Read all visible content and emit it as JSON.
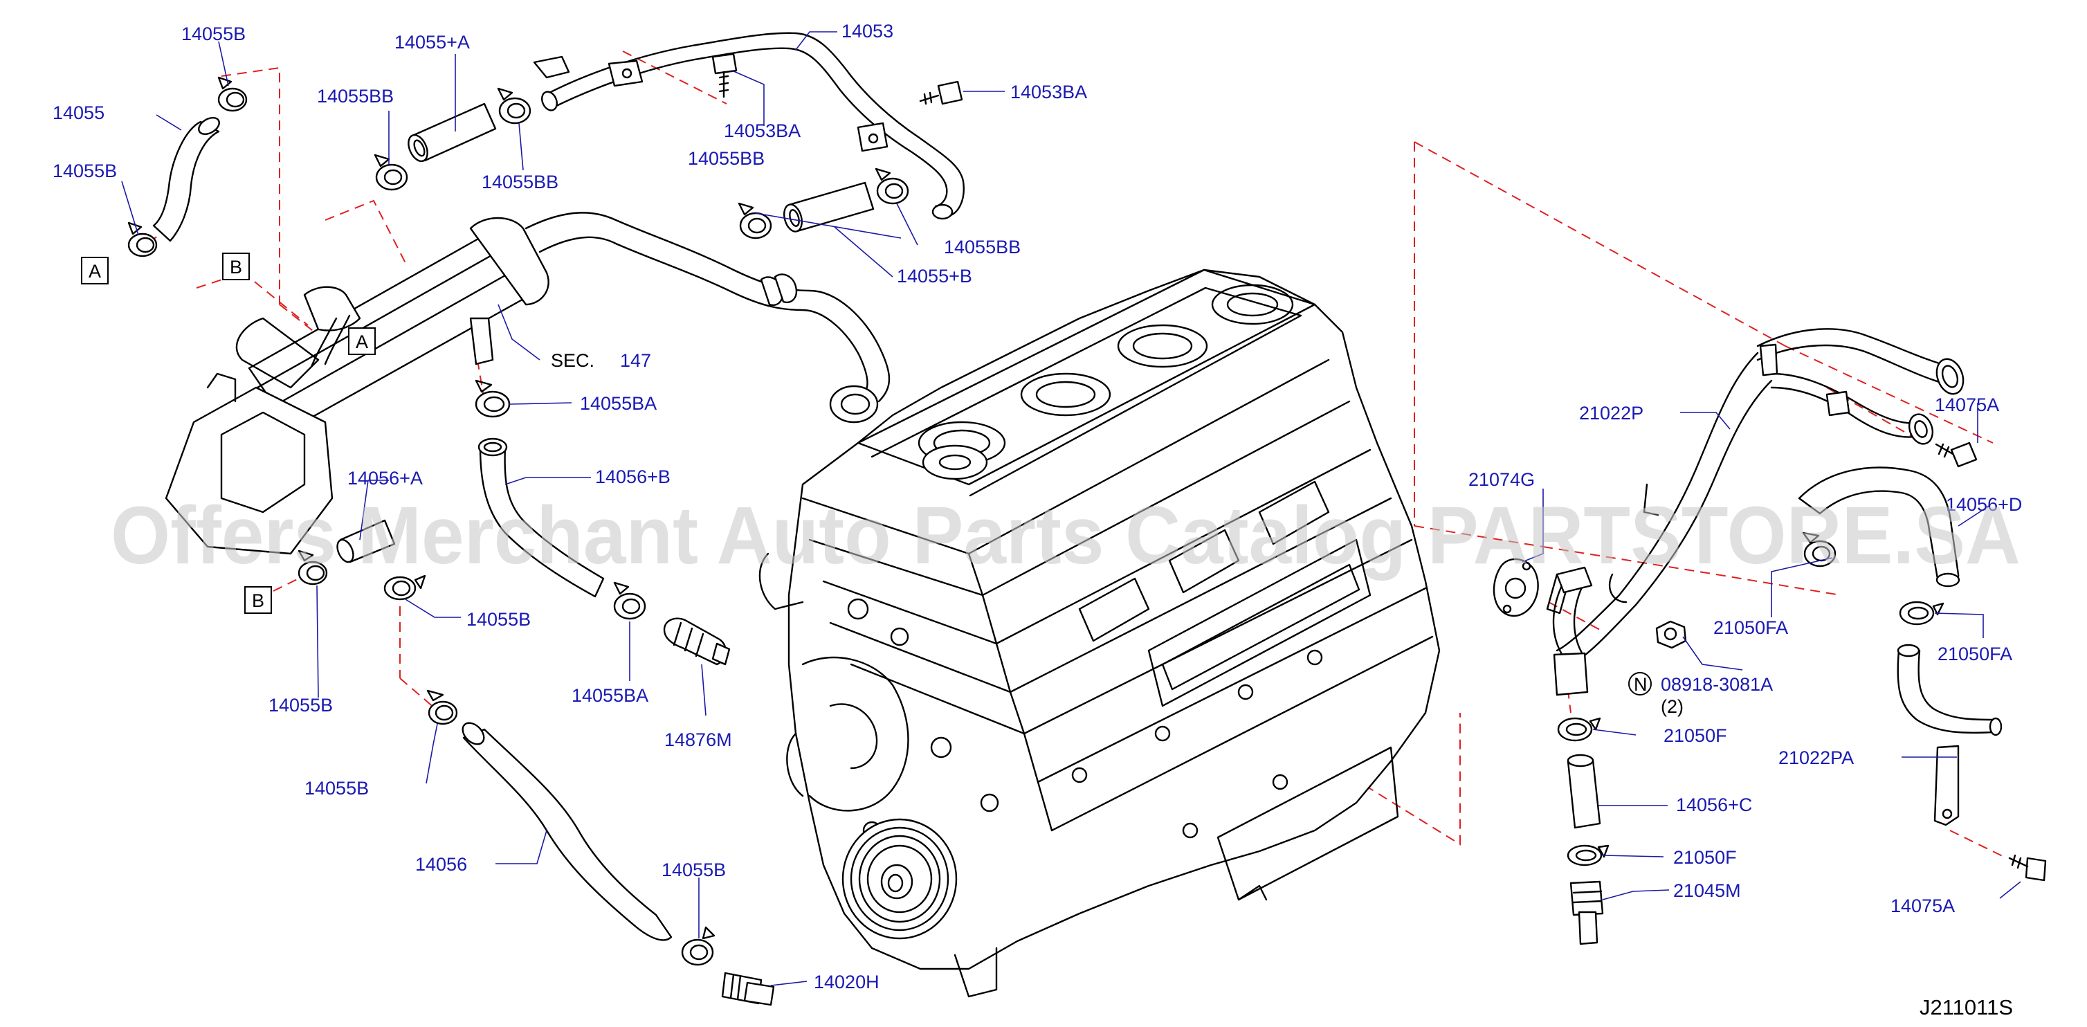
{
  "diagram": {
    "watermark": "Offers Merchant Auto Parts Catalog PARTSTORE.SA",
    "drawing_code": "J211011S",
    "reference": {
      "prefix": "SEC.",
      "section": "147"
    },
    "note_symbol": "N",
    "note_qty": "(2)",
    "callouts": {
      "A": "A",
      "B": "B"
    },
    "parts": {
      "p14055B_top": "14055B",
      "p14055": "14055",
      "p14055B_left": "14055B",
      "p14055A": "14055+A",
      "p14055BB_1": "14055BB",
      "p14055BB_2": "14055BB",
      "p14053": "14053",
      "p14053BA_1": "14053BA",
      "p14053BA_2": "14053BA",
      "p14055BB_3": "14055BB",
      "p14055BB_4": "14055BB",
      "p14055Bplus": "14055+B",
      "p14055BA_1": "14055BA",
      "p14056B": "14056+B",
      "p14056A": "14056+A",
      "p14055B_mid": "14055B",
      "p14055B_lower": "14055B",
      "p14055BA_2": "14055BA",
      "p14876M": "14876M",
      "p14055B_bot": "14055B",
      "p14056": "14056",
      "p14055B_last": "14055B",
      "p14020H": "14020H",
      "p21022P": "21022P",
      "p21074G": "21074G",
      "p14075A_1": "14075A",
      "p14056D": "14056+D",
      "p21050FA_1": "21050FA",
      "p21050FA_2": "21050FA",
      "p08918": "08918-3081A",
      "p21050F_1": "21050F",
      "p14056C": "14056+C",
      "p21050F_2": "21050F",
      "p21045M": "21045M",
      "p21022PA": "21022PA",
      "p14075A_2": "14075A"
    }
  }
}
